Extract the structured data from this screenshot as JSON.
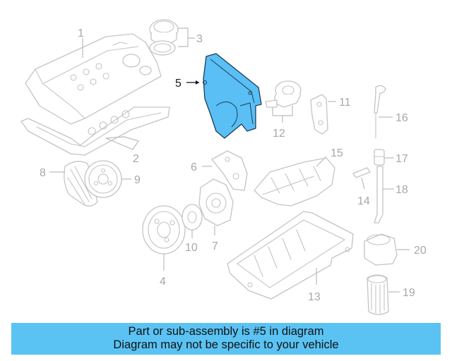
{
  "callouts": [
    "1",
    "2",
    "3",
    "4",
    "5",
    "6",
    "7",
    "8",
    "9",
    "10",
    "11",
    "12",
    "13",
    "14",
    "15",
    "16",
    "17",
    "18",
    "19",
    "20"
  ],
  "highlighted_part": "5",
  "banner": {
    "line1": "Part or sub-assembly is #5 in diagram",
    "line2": "Diagram may not be specific to your vehicle"
  },
  "colors": {
    "highlight_fill": "#59bff5",
    "banner_background": "#5ac3f3",
    "part_outline": "#c4c4c4"
  }
}
